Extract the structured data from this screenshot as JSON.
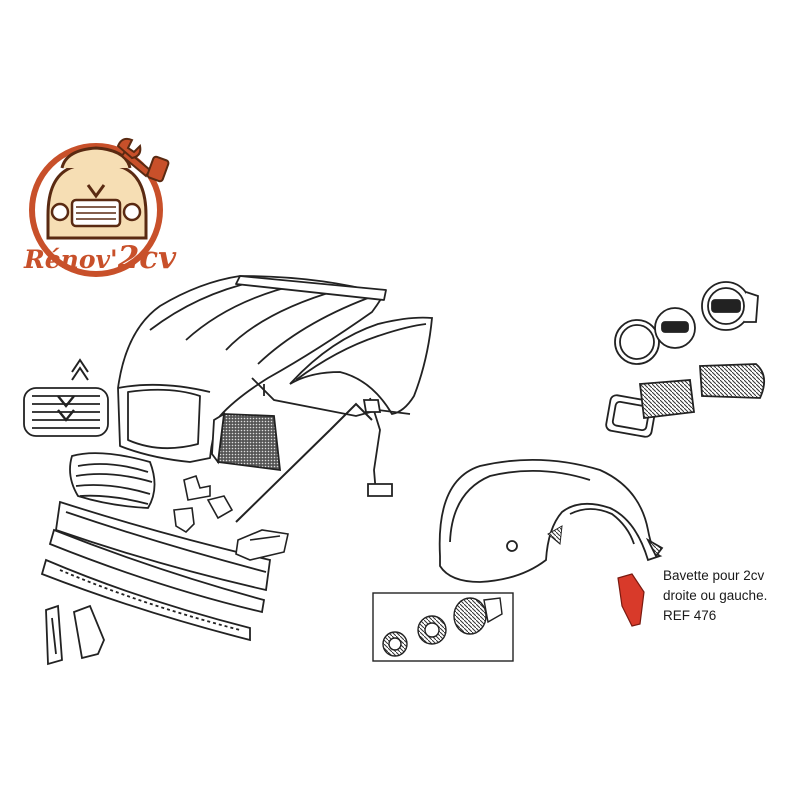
{
  "logo": {
    "text_main": "Rénov'",
    "text_accent": "2cv",
    "brand_color": "#c8502a",
    "cream_color": "#f6deb4"
  },
  "caption": {
    "line1": "Bavette pour 2cv",
    "line2": "droite ou gauche.",
    "line3": "REF 476"
  },
  "highlight_color": "#d83a2a",
  "ink_color": "#222222"
}
